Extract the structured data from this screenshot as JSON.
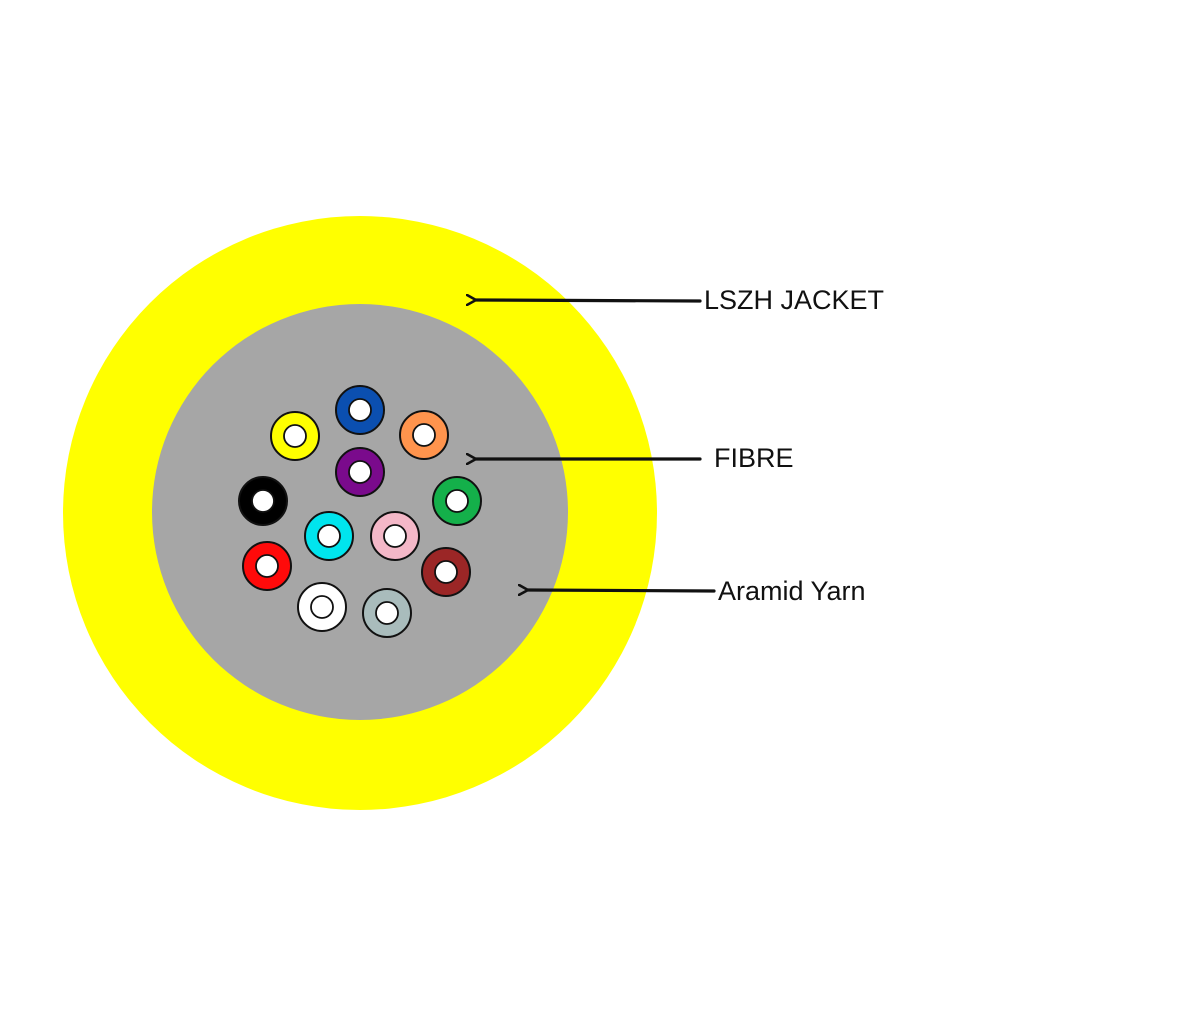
{
  "labels": {
    "jacket": "LSZH JACKET",
    "fibre": "FIBRE",
    "aramid": "Aramid Yarn"
  },
  "colors": {
    "background": "#ffffff",
    "jacket": "#ffff00",
    "aramid_yarn": "#a6a6a6",
    "fibre_core": "#ffffff",
    "outline": "#111111",
    "arrow": "#111111"
  },
  "fibres": [
    {
      "name": "blue",
      "color": "#0b4fb0"
    },
    {
      "name": "orange",
      "color": "#ff944d"
    },
    {
      "name": "green",
      "color": "#14b04a"
    },
    {
      "name": "brown",
      "color": "#9b2626"
    },
    {
      "name": "slate",
      "color": "#a9bcbc"
    },
    {
      "name": "white",
      "color": "#ffffff"
    },
    {
      "name": "red",
      "color": "#ff0a0a"
    },
    {
      "name": "black",
      "color": "#000000"
    },
    {
      "name": "yellow",
      "color": "#ffff00"
    },
    {
      "name": "violet",
      "color": "#7a0a8c"
    },
    {
      "name": "rose",
      "color": "#f4b8c8"
    },
    {
      "name": "aqua",
      "color": "#00e5ee"
    }
  ]
}
